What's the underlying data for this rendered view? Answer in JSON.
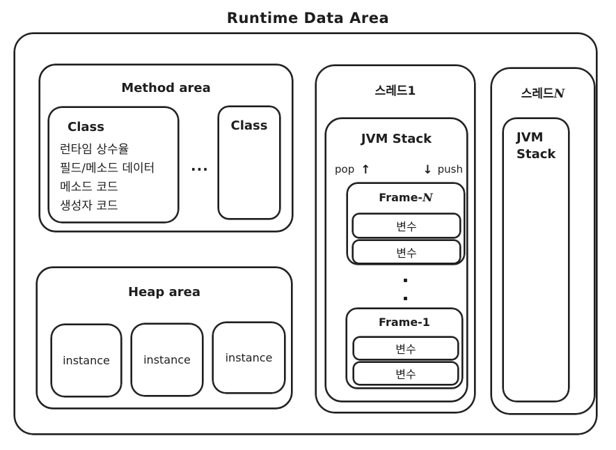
{
  "title": "Runtime Data Area",
  "colors": {
    "stroke": "#1e1e1e",
    "background": "#ffffff"
  },
  "method_area": {
    "title": "Method area",
    "class_detail": {
      "title": "Class",
      "items": [
        "런타임 상수율",
        "필드/메소드 데이터",
        "메소드 코드",
        "생성자 코드"
      ]
    },
    "ellipsis": "...",
    "class_simple": {
      "title": "Class"
    }
  },
  "heap_area": {
    "title": "Heap area",
    "instances": [
      "instance",
      "instance",
      "instance"
    ]
  },
  "thread1": {
    "title": "스레드1",
    "jvm_stack": {
      "title": "JVM Stack",
      "pop": {
        "label": "pop",
        "arrow": "↑"
      },
      "push": {
        "label": "push",
        "arrow": "↓"
      },
      "frame_top": {
        "title_prefix": "Frame-",
        "title_n": "N",
        "variables": [
          "변수",
          "변수"
        ]
      },
      "dots": [
        "·",
        "·"
      ],
      "frame_bottom": {
        "title": "Frame-1",
        "variables": [
          "변수",
          "변수"
        ]
      }
    }
  },
  "thread_n": {
    "title_prefix": "스레드",
    "title_n": "N",
    "jvm_stack": {
      "title_line1": "JVM",
      "title_line2": "Stack"
    }
  }
}
